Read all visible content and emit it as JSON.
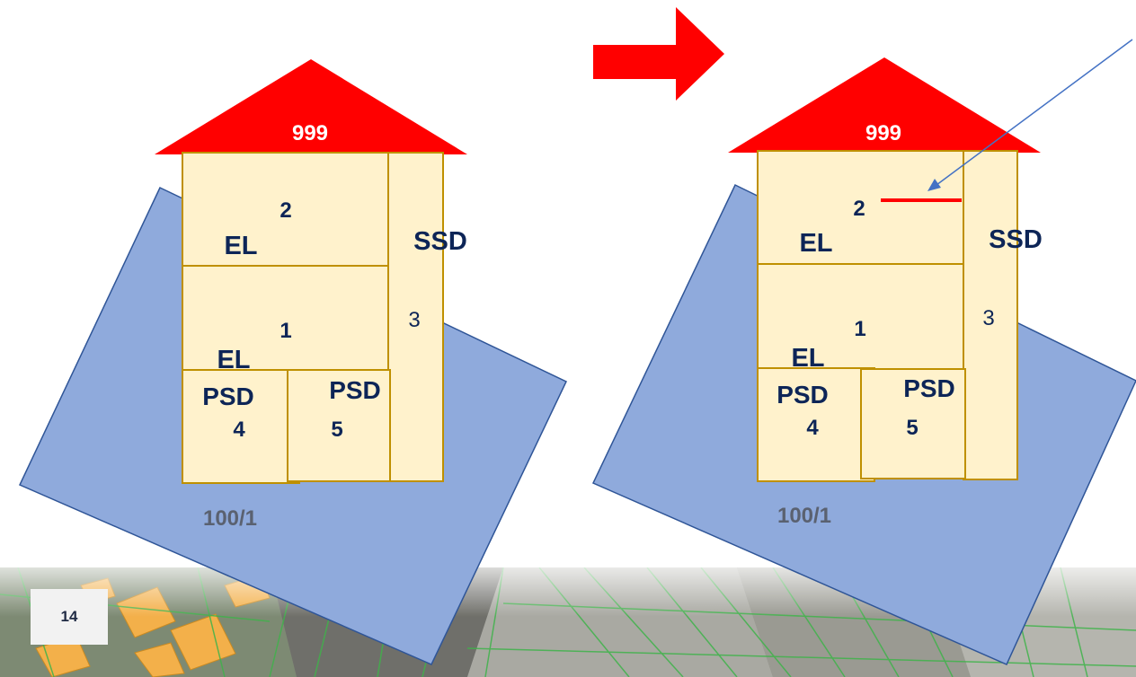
{
  "colors": {
    "roof": "#ff0000",
    "room_fill": "#fff2cc",
    "room_stroke": "#bf9000",
    "parcel_fill": "#8faadc",
    "parcel_stroke": "#2f5597",
    "label_dark": "#0d2557",
    "parcel_label": "#5a6170",
    "callout_arrow": "#4472c4",
    "red_marker": "#ff0000"
  },
  "left_building": {
    "roof_label": "999",
    "side_label": "SSD",
    "side_number": "3",
    "upper_room": {
      "label": "EL",
      "number": "2"
    },
    "lower_room": {
      "label": "EL",
      "number": "1"
    },
    "bottom_left": {
      "label": "PSD",
      "number": "4"
    },
    "bottom_right": {
      "label": "PSD",
      "number": "5"
    },
    "parcel_label": "100/1"
  },
  "right_building": {
    "roof_label": "999",
    "side_label": "SSD",
    "side_number": "3",
    "upper_room": {
      "label": "EL",
      "number": "2"
    },
    "lower_room": {
      "label": "EL",
      "number": "1"
    },
    "bottom_left": {
      "label": "PSD",
      "number": "4"
    },
    "bottom_right": {
      "label": "PSD",
      "number": "5"
    },
    "parcel_label": "100/1"
  },
  "transition_arrow_icon": "right-arrow-icon",
  "footer": {
    "page_number": "14"
  }
}
